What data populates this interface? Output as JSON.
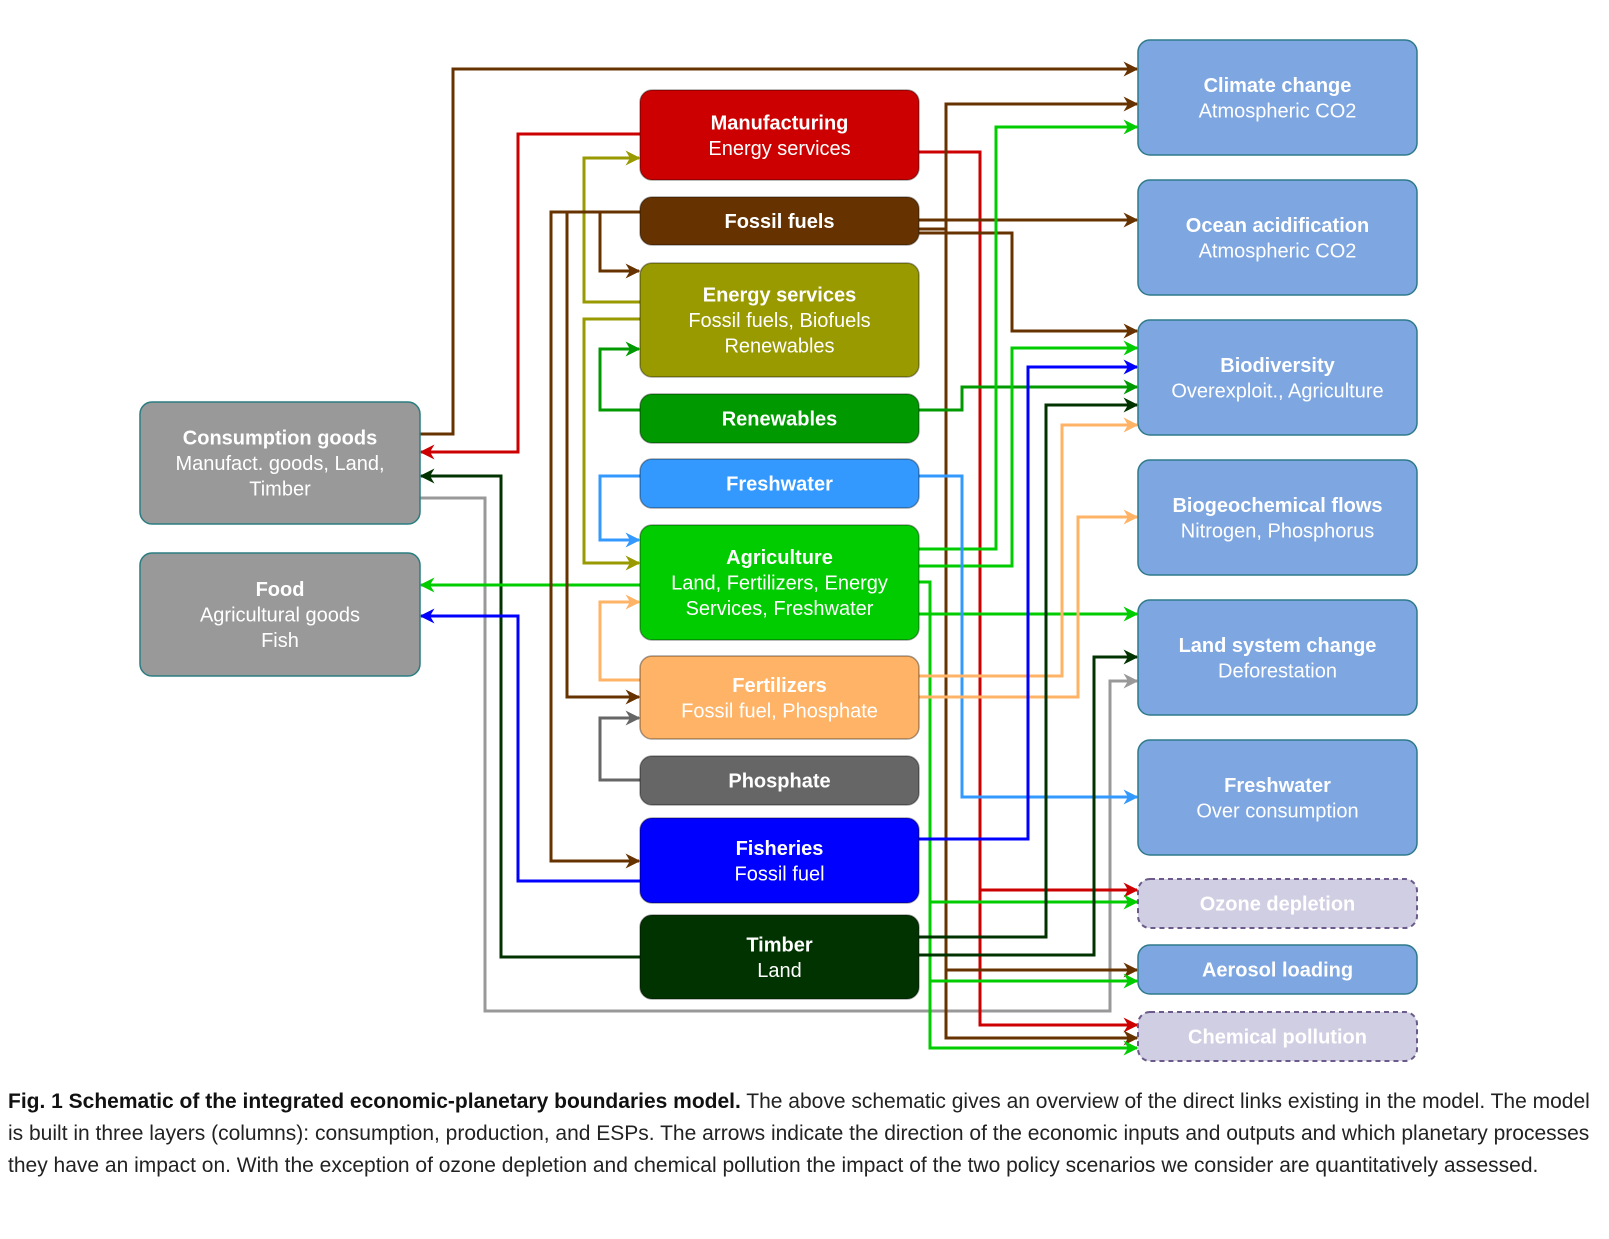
{
  "colors": {
    "consumption": "#999999",
    "manufacturing": "#cc0000",
    "fossil": "#663300",
    "energy": "#999900",
    "renewables": "#009900",
    "freshwater": "#3399ff",
    "agriculture": "#00cc00",
    "fertilizers": "#ffb366",
    "phosphate": "#666666",
    "fisheries": "#0000ff",
    "timber": "#003300",
    "esp": "#7ea6e0",
    "esp_unassessed": "#d0cee2"
  },
  "consumption": [
    {
      "id": "consumption_goods",
      "title": "Consumption goods",
      "lines": [
        "Manufact. goods, Land,",
        "Timber"
      ]
    },
    {
      "id": "food",
      "title": "Food",
      "lines": [
        "Agricultural goods",
        "Fish"
      ]
    }
  ],
  "production": [
    {
      "id": "manufacturing",
      "title": "Manufacturing",
      "lines": [
        "Energy services"
      ]
    },
    {
      "id": "fossil_fuels",
      "title": "Fossil fuels",
      "lines": []
    },
    {
      "id": "energy_services",
      "title": "Energy services",
      "lines": [
        "Fossil fuels, Biofuels",
        "Renewables"
      ]
    },
    {
      "id": "renewables",
      "title": "Renewables",
      "lines": []
    },
    {
      "id": "freshwater_prod",
      "title": "Freshwater",
      "lines": []
    },
    {
      "id": "agriculture",
      "title": "Agriculture",
      "lines": [
        "Land, Fertilizers, Energy",
        "Services, Freshwater"
      ]
    },
    {
      "id": "fertilizers",
      "title": "Fertilizers",
      "lines": [
        "Fossil fuel, Phosphate"
      ]
    },
    {
      "id": "phosphate",
      "title": "Phosphate",
      "lines": []
    },
    {
      "id": "fisheries",
      "title": "Fisheries",
      "lines": [
        "Fossil fuel"
      ]
    },
    {
      "id": "timber",
      "title": "Timber",
      "lines": [
        "Land"
      ]
    }
  ],
  "esps": [
    {
      "id": "climate_change",
      "title": "Climate change",
      "lines": [
        "Atmospheric CO2"
      ]
    },
    {
      "id": "ocean_acidification",
      "title": "Ocean acidification",
      "lines": [
        "Atmospheric CO2"
      ]
    },
    {
      "id": "biodiversity",
      "title": "Biodiversity",
      "lines": [
        "Overexploit., Agriculture"
      ]
    },
    {
      "id": "biogeochemical_flows",
      "title": "Biogeochemical flows",
      "lines": [
        "Nitrogen, Phosphorus"
      ]
    },
    {
      "id": "land_system_change",
      "title": "Land system change",
      "lines": [
        "Deforestation"
      ]
    },
    {
      "id": "freshwater_esp",
      "title": "Freshwater",
      "lines": [
        "Over consumption"
      ]
    },
    {
      "id": "ozone_depletion",
      "title": "Ozone depletion",
      "lines": []
    },
    {
      "id": "aerosol_loading",
      "title": "Aerosol loading",
      "lines": []
    },
    {
      "id": "chemical_pollution",
      "title": "Chemical pollution",
      "lines": []
    }
  ],
  "caption": {
    "bold": "Fig. 1 Schematic of the integrated economic-planetary boundaries model.",
    "text": " The above schematic gives an overview of the direct links existing in the model. The model is built in three layers (columns): consumption, production, and ESPs. The arrows indicate the direction of the economic inputs and outputs and which planetary processes they have an impact on. With the exception of ozone depletion and chemical pollution the impact of the two policy scenarios we consider are quantitatively assessed."
  }
}
